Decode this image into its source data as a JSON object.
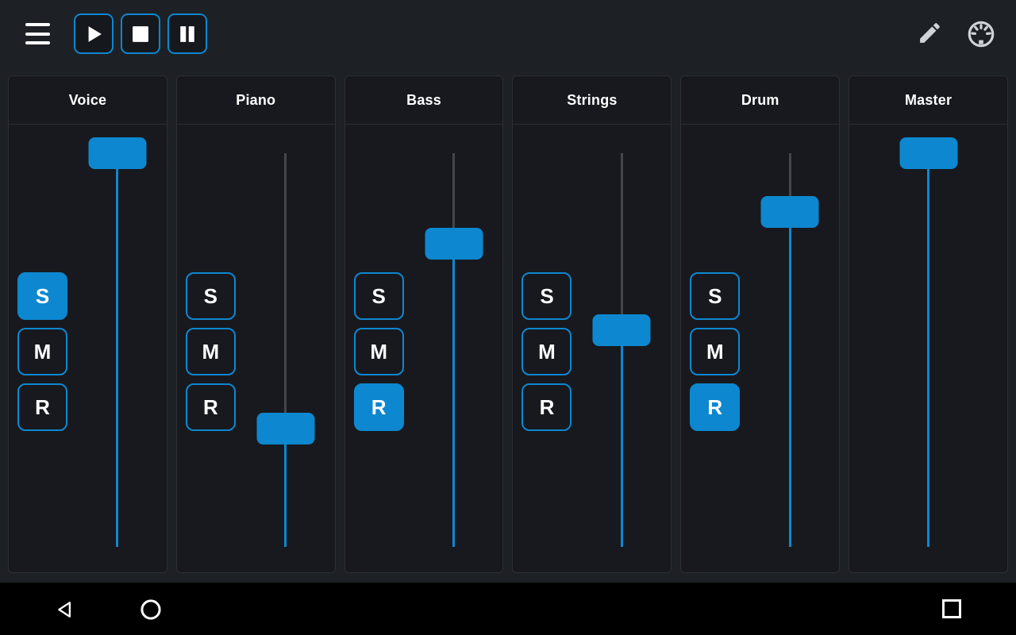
{
  "colors": {
    "accent": "#0d87d0",
    "background": "#1d2126",
    "card_bg": "#17191e",
    "card_border": "#2b2f35",
    "track_inactive": "#42464d",
    "nav_bg": "#000000",
    "icon_light": "#cfd2d6"
  },
  "toolbar": {
    "menu_icon": "hamburger-menu",
    "transport_buttons": [
      {
        "id": "play",
        "icon": "play-triangle"
      },
      {
        "id": "stop",
        "icon": "stop-square"
      },
      {
        "id": "pause",
        "icon": "pause-bars"
      }
    ],
    "edit_icon": "pencil",
    "midi_icon": "midi-din-connector"
  },
  "mixer": {
    "channels": [
      {
        "name": "Voice",
        "volume": 1.0,
        "buttons": [
          {
            "label": "S",
            "active": true
          },
          {
            "label": "M",
            "active": false
          },
          {
            "label": "R",
            "active": false
          }
        ]
      },
      {
        "name": "Piano",
        "volume": 0.3,
        "buttons": [
          {
            "label": "S",
            "active": false
          },
          {
            "label": "M",
            "active": false
          },
          {
            "label": "R",
            "active": false
          }
        ]
      },
      {
        "name": "Bass",
        "volume": 0.77,
        "buttons": [
          {
            "label": "S",
            "active": false
          },
          {
            "label": "M",
            "active": false
          },
          {
            "label": "R",
            "active": true
          }
        ]
      },
      {
        "name": "Strings",
        "volume": 0.55,
        "buttons": [
          {
            "label": "S",
            "active": false
          },
          {
            "label": "M",
            "active": false
          },
          {
            "label": "R",
            "active": false
          }
        ]
      },
      {
        "name": "Drum",
        "volume": 0.85,
        "buttons": [
          {
            "label": "S",
            "active": false
          },
          {
            "label": "M",
            "active": false
          },
          {
            "label": "R",
            "active": true
          }
        ]
      },
      {
        "name": "Master",
        "volume": 1.0,
        "buttons": []
      }
    ]
  },
  "navbar": {
    "back_icon": "back-triangle",
    "home_icon": "home-circle",
    "recents_icon": "recents-square"
  }
}
